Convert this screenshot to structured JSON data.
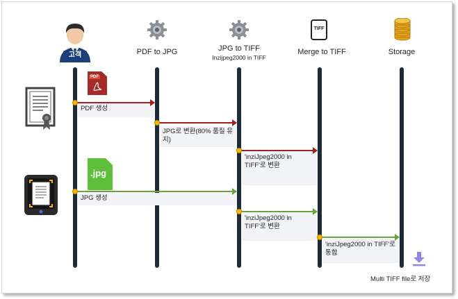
{
  "lifelines": {
    "customer": "고객",
    "pdf_to_jpg": "PDF to JPG",
    "jpg_to_tiff": "JPG to TIFF",
    "jpg_to_tiff_sub": "Inzijpeg2000 in TIFF",
    "merge_to_tiff": "Merge to TIFF",
    "storage": "Storage"
  },
  "icons": {
    "tiff_label": "TIFF",
    "pdf_label": "PDF",
    "jpg_label": ".jpg"
  },
  "messages": {
    "pdf_create": "PDF 생성",
    "jpg_convert": "JPG로 변환(80% 품질 유지)",
    "pdf_tiff_convert": "'inziJpeg2000 in TIFF'로 변환",
    "jpg_create": "JPG 생성",
    "jpg_tiff_convert": "'inziJpeg2000 in TIFF'로 변환",
    "merge": "'inziJpeg2000 in TIFF'로 통합",
    "save": "Multi TIFF file로 저장"
  },
  "colors": {
    "lifeline": "#1d2a3a",
    "pdf_arrow": "#a81e1e",
    "jpg_arrow": "#6aa33a",
    "note_bg": "#f1f3f6",
    "dot": "#f5b400",
    "download_arrow": "#8e86e8"
  }
}
